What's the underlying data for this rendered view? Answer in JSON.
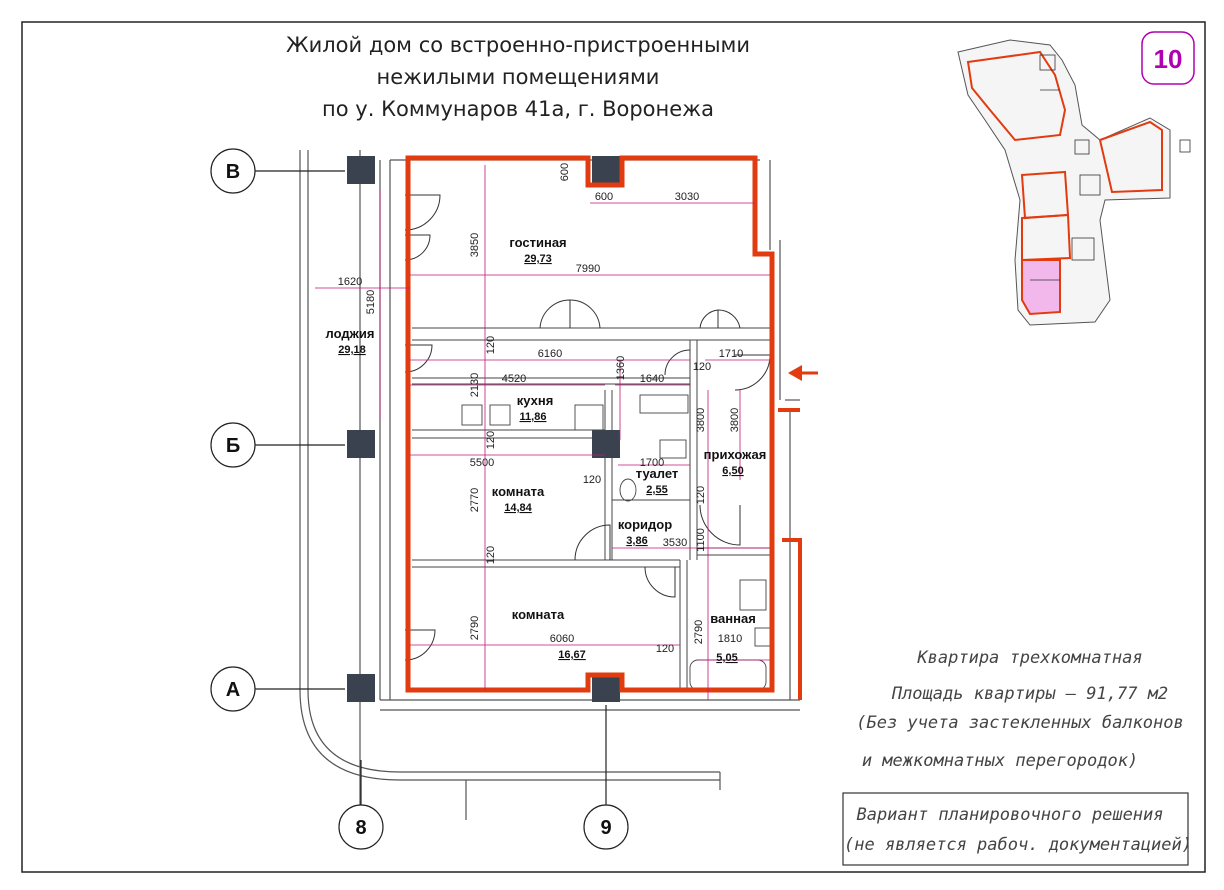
{
  "title": {
    "line1": "Жилой дом со встроенно-пристроенными",
    "line2": "нежилыми помещениями",
    "line3": "по у. Коммунаров 41а, г. Воронежа"
  },
  "sheet_number": "10",
  "axes": {
    "rows": [
      "В",
      "Б",
      "А"
    ],
    "cols": [
      "8",
      "9"
    ]
  },
  "rooms": [
    {
      "name": "гостиная",
      "area": "29,73"
    },
    {
      "name": "лоджия",
      "area": "29,18"
    },
    {
      "name": "кухня",
      "area": "11,86"
    },
    {
      "name": "прихожая",
      "area": "6,50"
    },
    {
      "name": "туалет",
      "area": "2,55"
    },
    {
      "name": "комната",
      "area": "14,84"
    },
    {
      "name": "коридор",
      "area": "3,86"
    },
    {
      "name": "комната",
      "area": "16,67"
    },
    {
      "name": "ванная",
      "area": "5,05"
    }
  ],
  "dimensions": [
    "600",
    "600",
    "3030",
    "3850",
    "7990",
    "1620",
    "5180",
    "6160",
    "120",
    "1360",
    "120",
    "1710",
    "4520",
    "2130",
    "1640",
    "3800",
    "3800",
    "120",
    "5500",
    "1700",
    "120",
    "2770",
    "120",
    "1100",
    "3530",
    "120",
    "2790",
    "6060",
    "120",
    "2790",
    "1810"
  ],
  "info": {
    "apt_type": "Квартира трехкомнатная",
    "apt_area": "Площадь квартиры – 91,77 м2",
    "note1": "(Без учета застекленных балконов",
    "note2": "и межкомнатных перегородок)",
    "variant1": "Вариант планировочного решения",
    "variant2": "(не является рабоч. документацией)"
  },
  "colors": {
    "apartment_outline": "#e23b10",
    "dimension": "#c2187a",
    "highlight": "#f2b8ec",
    "sheet_number": "#b000b0"
  }
}
